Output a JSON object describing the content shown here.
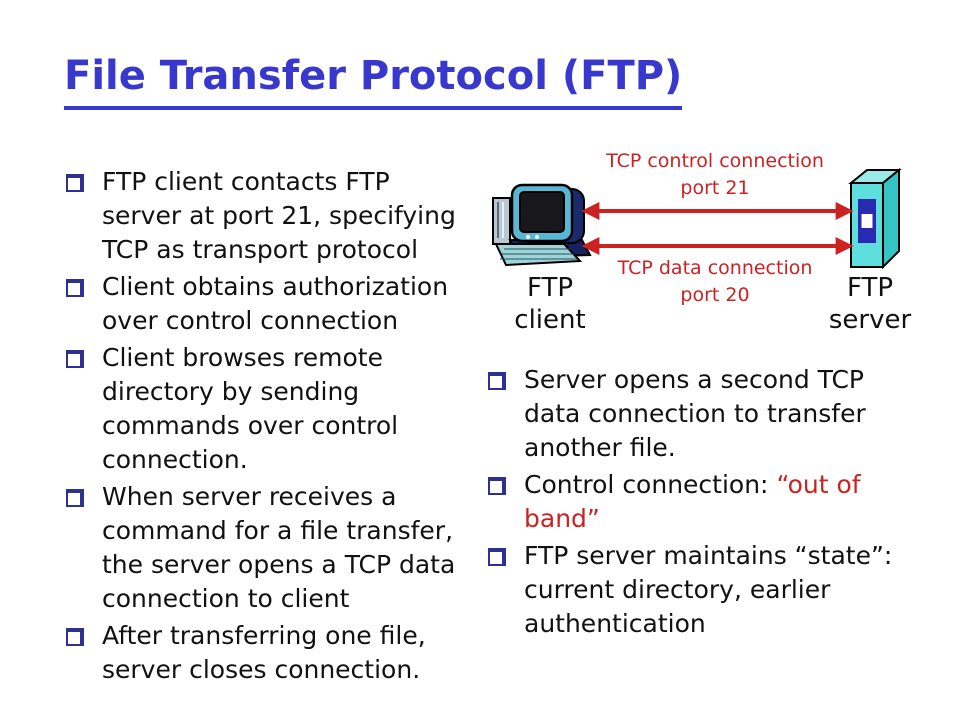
{
  "title": "File Transfer Protocol (FTP)",
  "colors": {
    "title_blue": "#3838cf",
    "text_black": "#111111",
    "accent_red": "#cc2222",
    "bullet_navy": "#2e3192",
    "server_teal": "#5fdede",
    "server_panel_blue": "#2a2ab0"
  },
  "left_column": {
    "bullets": [
      "FTP client contacts FTP server at port 21, specifying TCP as transport protocol",
      "Client obtains authorization over control connection",
      "Client browses remote directory by sending commands over control connection.",
      "When server receives a command for a file transfer, the server opens a TCP data connection to client",
      "After transferring one file, server closes connection."
    ]
  },
  "right_column": {
    "bullets": [
      {
        "text": "Server opens a second TCP data connection to transfer another file."
      },
      {
        "text_black": "Control connection: ",
        "text_red": "“out of band”"
      },
      {
        "text": "FTP server maintains “state”: current directory, earlier authentication"
      }
    ]
  },
  "diagram": {
    "client_icon": "desktop-computer",
    "server_icon": "server-tower",
    "labels": {
      "control": {
        "line1": "TCP control connection",
        "line2": "port 21"
      },
      "data": {
        "line1": "TCP data connection",
        "line2": "port 20"
      },
      "client": {
        "line1": "FTP",
        "line2": "client"
      },
      "server": {
        "line1": "FTP",
        "line2": "server"
      }
    }
  }
}
